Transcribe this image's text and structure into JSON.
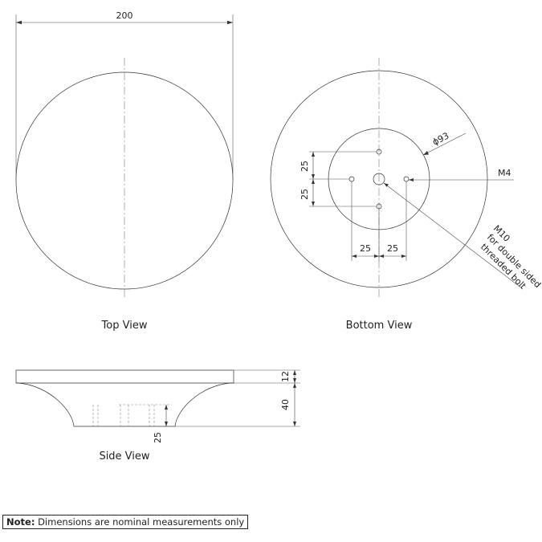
{
  "views": {
    "top": "Top View",
    "bottom": "Bottom View",
    "side": "Side View"
  },
  "dimensions": {
    "diameter": "200",
    "bottom_offset_up": "25",
    "bottom_offset_down": "25",
    "bottom_offset_left": "25",
    "bottom_offset_right": "25",
    "boss_diameter": "ϕ93",
    "thread_small": "M4",
    "thread_large": "M10",
    "thread_large_note_1": "for double sided",
    "thread_large_note_2": "threaded bolt",
    "side_top_thickness": "12",
    "side_height": "40",
    "side_hole_depth": "25"
  },
  "note": {
    "label": "Note:",
    "text": "Dimensions are nominal measurements only"
  }
}
